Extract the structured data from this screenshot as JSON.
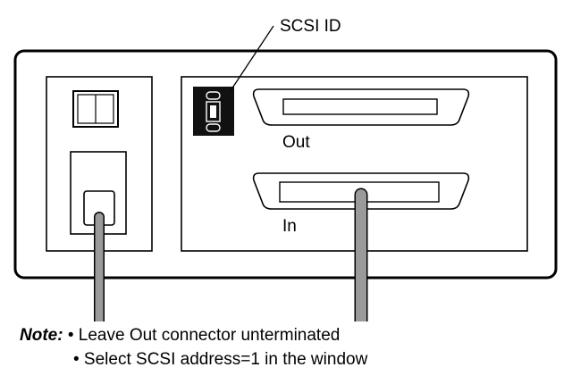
{
  "labels": {
    "scsi_id": "SCSI ID",
    "out_connector": "Out",
    "in_connector": "In"
  },
  "note": {
    "heading": "Note:",
    "items": [
      "• Leave Out connector unterminated",
      "• Select SCSI address=1 in the window"
    ]
  }
}
